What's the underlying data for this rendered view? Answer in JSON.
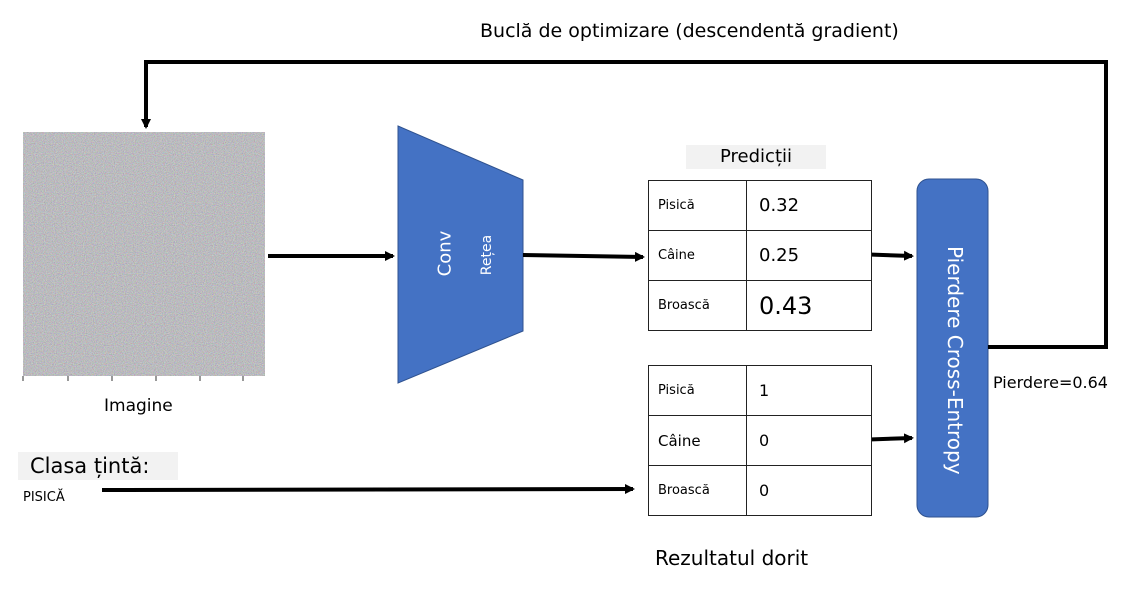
{
  "loop_title": "Buclă de optimizare (descendentă gradient)",
  "image_label": "Imagine",
  "network": {
    "line1": "Conv",
    "line2": "Rețea",
    "color": "#4472c4"
  },
  "predictions": {
    "title": "Predicții",
    "rows": [
      {
        "label": "Pisică",
        "value": "0.32"
      },
      {
        "label": "Câine",
        "value": "0.25"
      },
      {
        "label": "Broască",
        "value": "0.43"
      }
    ]
  },
  "desired": {
    "title": "Rezultatul dorit",
    "rows": [
      {
        "label": "Pisică",
        "value": "1"
      },
      {
        "label": "Câine",
        "value": "0"
      },
      {
        "label": "Broască",
        "value": "0"
      }
    ]
  },
  "target": {
    "label": "Clasa țintă:",
    "value": "PISICĂ"
  },
  "loss": {
    "box_label": "Pierdere Cross-Entropy",
    "value": "Pierdere=0.64",
    "color": "#4472c4"
  }
}
